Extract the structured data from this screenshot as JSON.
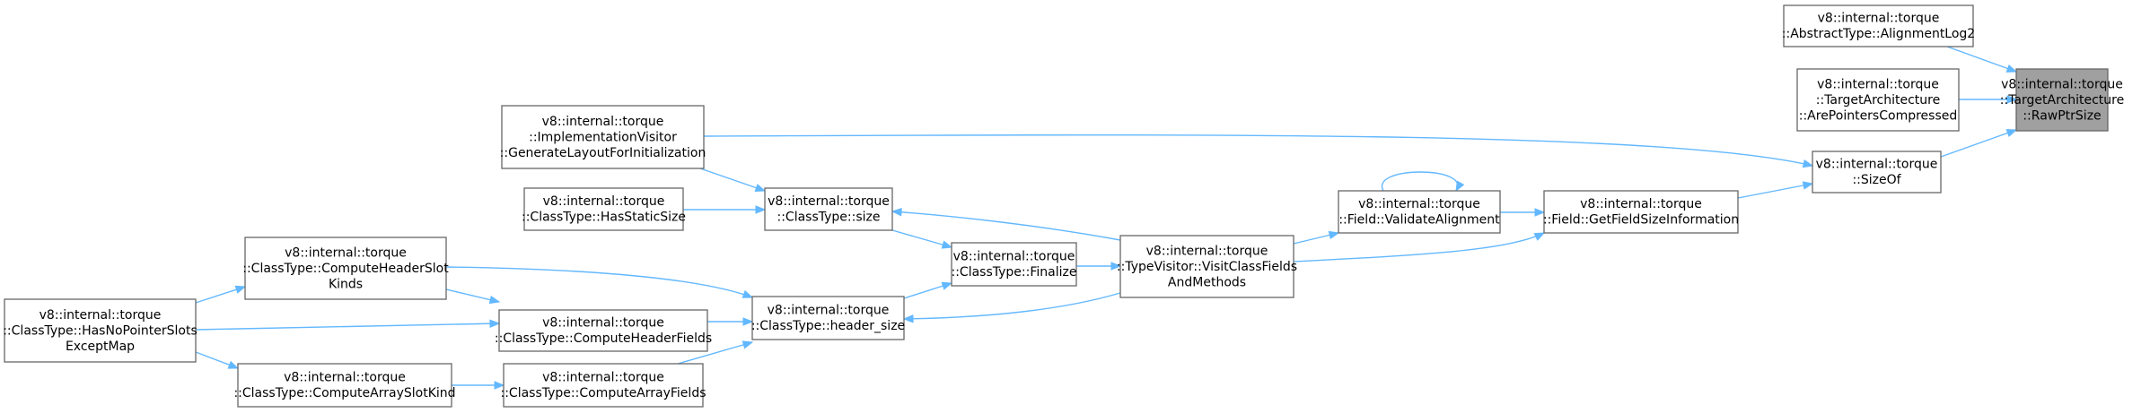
{
  "colors": {
    "edge": "#63b8ff",
    "node_border": "#666666",
    "root_fill": "#a0a0a0",
    "node_fill": "#ffffff"
  },
  "nodes": [
    {
      "id": "raw_ptr_size",
      "root": true,
      "lines": [
        "v8::internal::torque",
        "::TargetArchitecture",
        "::RawPtrSize"
      ]
    },
    {
      "id": "alignment_log2",
      "lines": [
        "v8::internal::torque",
        "::AbstractType::AlignmentLog2"
      ]
    },
    {
      "id": "are_pointers_compressed",
      "lines": [
        "v8::internal::torque",
        "::TargetArchitecture",
        "::ArePointersCompressed"
      ]
    },
    {
      "id": "size_of",
      "lines": [
        "v8::internal::torque",
        "::SizeOf"
      ]
    },
    {
      "id": "get_field_size_information",
      "lines": [
        "v8::internal::torque",
        "::Field::GetFieldSizeInformation"
      ]
    },
    {
      "id": "validate_alignment",
      "lines": [
        "v8::internal::torque",
        "::Field::ValidateAlignment"
      ]
    },
    {
      "id": "visit_class_fields",
      "lines": [
        "v8::internal::torque",
        "::TypeVisitor::VisitClassFields",
        "AndMethods"
      ]
    },
    {
      "id": "generate_layout",
      "lines": [
        "v8::internal::torque",
        "::ImplementationVisitor",
        "::GenerateLayoutForInitialization"
      ]
    },
    {
      "id": "class_type_size",
      "lines": [
        "v8::internal::torque",
        "::ClassType::size"
      ]
    },
    {
      "id": "has_static_size",
      "lines": [
        "v8::internal::torque",
        "::ClassType::HasStaticSize"
      ]
    },
    {
      "id": "finalize",
      "lines": [
        "v8::internal::torque",
        "::ClassType::Finalize"
      ]
    },
    {
      "id": "header_size",
      "lines": [
        "v8::internal::torque",
        "::ClassType::header_size"
      ]
    },
    {
      "id": "compute_header_slot_kinds",
      "lines": [
        "v8::internal::torque",
        "::ClassType::ComputeHeaderSlot",
        "Kinds"
      ]
    },
    {
      "id": "compute_header_fields",
      "lines": [
        "v8::internal::torque",
        "::ClassType::ComputeHeaderFields"
      ]
    },
    {
      "id": "has_no_pointer_slots",
      "lines": [
        "v8::internal::torque",
        "::ClassType::HasNoPointerSlots",
        "ExceptMap"
      ]
    },
    {
      "id": "compute_array_slot_kind",
      "lines": [
        "v8::internal::torque",
        "::ClassType::ComputeArraySlotKind"
      ]
    },
    {
      "id": "compute_array_fields",
      "lines": [
        "v8::internal::torque",
        "::ClassType::ComputeArrayFields"
      ]
    }
  ],
  "edges": [
    {
      "from": "alignment_log2",
      "to": "raw_ptr_size"
    },
    {
      "from": "are_pointers_compressed",
      "to": "raw_ptr_size"
    },
    {
      "from": "size_of",
      "to": "raw_ptr_size"
    },
    {
      "from": "generate_layout",
      "to": "size_of"
    },
    {
      "from": "get_field_size_information",
      "to": "size_of"
    },
    {
      "from": "validate_alignment",
      "to": "get_field_size_information"
    },
    {
      "from": "visit_class_fields",
      "to": "get_field_size_information"
    },
    {
      "from": "validate_alignment",
      "to": "validate_alignment"
    },
    {
      "from": "visit_class_fields",
      "to": "validate_alignment"
    },
    {
      "from": "generate_layout",
      "to": "class_type_size"
    },
    {
      "from": "has_static_size",
      "to": "class_type_size"
    },
    {
      "from": "visit_class_fields",
      "to": "class_type_size"
    },
    {
      "from": "class_type_size",
      "to": "finalize"
    },
    {
      "from": "header_size",
      "to": "finalize"
    },
    {
      "from": "finalize",
      "to": "visit_class_fields"
    },
    {
      "from": "visit_class_fields",
      "to": "header_size"
    },
    {
      "from": "compute_header_slot_kinds",
      "to": "header_size"
    },
    {
      "from": "compute_header_fields",
      "to": "header_size"
    },
    {
      "from": "compute_array_fields",
      "to": "header_size"
    },
    {
      "from": "compute_header_slot_kinds",
      "to": "compute_header_fields"
    },
    {
      "from": "has_no_pointer_slots",
      "to": "compute_header_slot_kinds"
    },
    {
      "from": "has_no_pointer_slots",
      "to": "compute_header_fields"
    },
    {
      "from": "has_no_pointer_slots",
      "to": "compute_array_slot_kind"
    },
    {
      "from": "compute_array_slot_kind",
      "to": "compute_array_fields"
    }
  ]
}
